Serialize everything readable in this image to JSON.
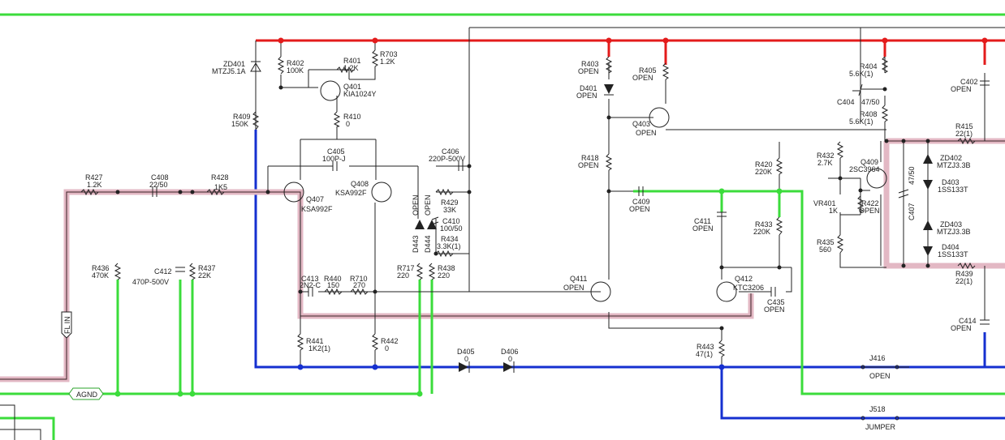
{
  "colors": {
    "supply_pos": "#e31b1b",
    "ground": "#3bdc3b",
    "supply_neg": "#1530d0",
    "signal": "#e3b8c4",
    "wire": "#222222"
  },
  "ports": {
    "fl_in": "FL IN",
    "agnd": "AGND"
  },
  "jumpers": {
    "j416": {
      "ref": "J416",
      "value": "OPEN"
    },
    "j518": {
      "ref": "J518",
      "value": "JUMPER"
    }
  },
  "components": {
    "zd401": {
      "ref": "ZD401",
      "value": "MTZJ5.1A"
    },
    "r402": {
      "ref": "R402",
      "value": "100K"
    },
    "r401": {
      "ref": "R401",
      "value": "1.2K"
    },
    "r703": {
      "ref": "R703",
      "value": "1.2K"
    },
    "q401": {
      "ref": "Q401",
      "value": "KIA1024Y"
    },
    "r409": {
      "ref": "R409",
      "value": "150K"
    },
    "r410": {
      "ref": "R410",
      "value": "0"
    },
    "c405": {
      "ref": "C405",
      "value": "100P-J"
    },
    "c406": {
      "ref": "C406",
      "value": "220P-500V"
    },
    "q407": {
      "ref": "Q407",
      "value": "KSA992F"
    },
    "q408": {
      "ref": "Q408",
      "value": "KSA992F"
    },
    "r429": {
      "ref": "R429",
      "value": "33K"
    },
    "c410": {
      "ref": "C410",
      "value": "100/50"
    },
    "r434": {
      "ref": "R434",
      "value": "3.3K(1)"
    },
    "d443": {
      "ref": "D443",
      "value": "OPEN"
    },
    "d444": {
      "ref": "D444",
      "value": "OPEN"
    },
    "r717": {
      "ref": "R717",
      "value": "220"
    },
    "r438": {
      "ref": "R438",
      "value": "220"
    },
    "r427": {
      "ref": "R427",
      "value": "1.2K"
    },
    "c408": {
      "ref": "C408",
      "value": "22/50"
    },
    "r428": {
      "ref": "R428",
      "value": "1K5"
    },
    "r436": {
      "ref": "R436",
      "value": "470K"
    },
    "c412": {
      "ref": "C412",
      "value": "470P-500V"
    },
    "r437": {
      "ref": "R437",
      "value": "22K"
    },
    "c413": {
      "ref": "C413",
      "value": "2N2-C"
    },
    "r440": {
      "ref": "R440",
      "value": "150"
    },
    "r710": {
      "ref": "R710",
      "value": "270"
    },
    "r441": {
      "ref": "R441",
      "value": "1K2(1)"
    },
    "r442": {
      "ref": "R442",
      "value": "0"
    },
    "d405": {
      "ref": "D405",
      "value": "0"
    },
    "d406": {
      "ref": "D406",
      "value": "0"
    },
    "r403": {
      "ref": "R403",
      "value": "OPEN"
    },
    "d401": {
      "ref": "D401",
      "value": "OPEN"
    },
    "r405": {
      "ref": "R405",
      "value": "OPEN"
    },
    "q403": {
      "ref": "Q403",
      "value": "OPEN"
    },
    "r418": {
      "ref": "R418",
      "value": "OPEN"
    },
    "c409": {
      "ref": "C409",
      "value": "OPEN"
    },
    "q411": {
      "ref": "Q411",
      "value": "OPEN"
    },
    "c411": {
      "ref": "C411",
      "value": "OPEN"
    },
    "r420": {
      "ref": "R420",
      "value": "220K"
    },
    "r433": {
      "ref": "R433",
      "value": "220K"
    },
    "q412": {
      "ref": "Q412",
      "value": "KTC3206"
    },
    "c435": {
      "ref": "C435",
      "value": "OPEN"
    },
    "r443": {
      "ref": "R443",
      "value": "47(1)"
    },
    "r404": {
      "ref": "R404",
      "value": "5.6K(1)"
    },
    "c404": {
      "ref": "C404",
      "value": "47/50"
    },
    "r408": {
      "ref": "R408",
      "value": "5.6K(1)"
    },
    "r432": {
      "ref": "R432",
      "value": "2.7K"
    },
    "q409": {
      "ref": "Q409",
      "value": "2SC3964"
    },
    "vr401": {
      "ref": "VR401",
      "value": "1K"
    },
    "r422": {
      "ref": "R422",
      "value": "OPEN"
    },
    "r435": {
      "ref": "R435",
      "value": "560"
    },
    "c407": {
      "ref": "C407",
      "value": "47/50"
    },
    "c402": {
      "ref": "C402",
      "value": "OPEN"
    },
    "r415": {
      "ref": "R415",
      "value": "22(1)"
    },
    "zd402": {
      "ref": "ZD402",
      "value": "MTZJ3.3B"
    },
    "d403": {
      "ref": "D403",
      "value": "1SS133T"
    },
    "zd403": {
      "ref": "ZD403",
      "value": "MTZJ3.3B"
    },
    "d404": {
      "ref": "D404",
      "value": "1SS133T"
    },
    "r439": {
      "ref": "R439",
      "value": "22(1)"
    },
    "c414": {
      "ref": "C414",
      "value": "OPEN"
    }
  }
}
